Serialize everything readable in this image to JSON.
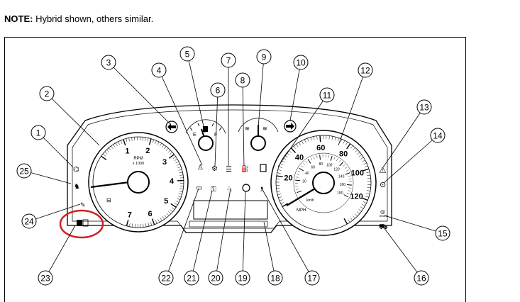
{
  "note": {
    "label": "NOTE:",
    "text": " Hybrid shown, others similar."
  },
  "tach": {
    "title": "RPM",
    "subtitle": "x 1000",
    "ticks": [
      "1",
      "2",
      "3",
      "4",
      "5",
      "6",
      "7"
    ]
  },
  "speedo": {
    "unit_kmh": "km/h",
    "unit_mph": "MPH",
    "mph_ticks": [
      "20",
      "40",
      "60",
      "80",
      "100",
      "120"
    ],
    "kmh_ticks": [
      "20",
      "40",
      "60",
      "80",
      "100",
      "120",
      "140",
      "160",
      "180"
    ]
  },
  "fuel_gauge": {
    "empty": "E",
    "full": "F"
  },
  "brake_label": "BRAKE",
  "callouts": [
    "1",
    "2",
    "3",
    "4",
    "5",
    "6",
    "7",
    "8",
    "9",
    "10",
    "11",
    "12",
    "13",
    "14",
    "15",
    "16",
    "17",
    "18",
    "19",
    "20",
    "21",
    "22",
    "23",
    "24",
    "25"
  ],
  "highlight_color": "#d02020"
}
